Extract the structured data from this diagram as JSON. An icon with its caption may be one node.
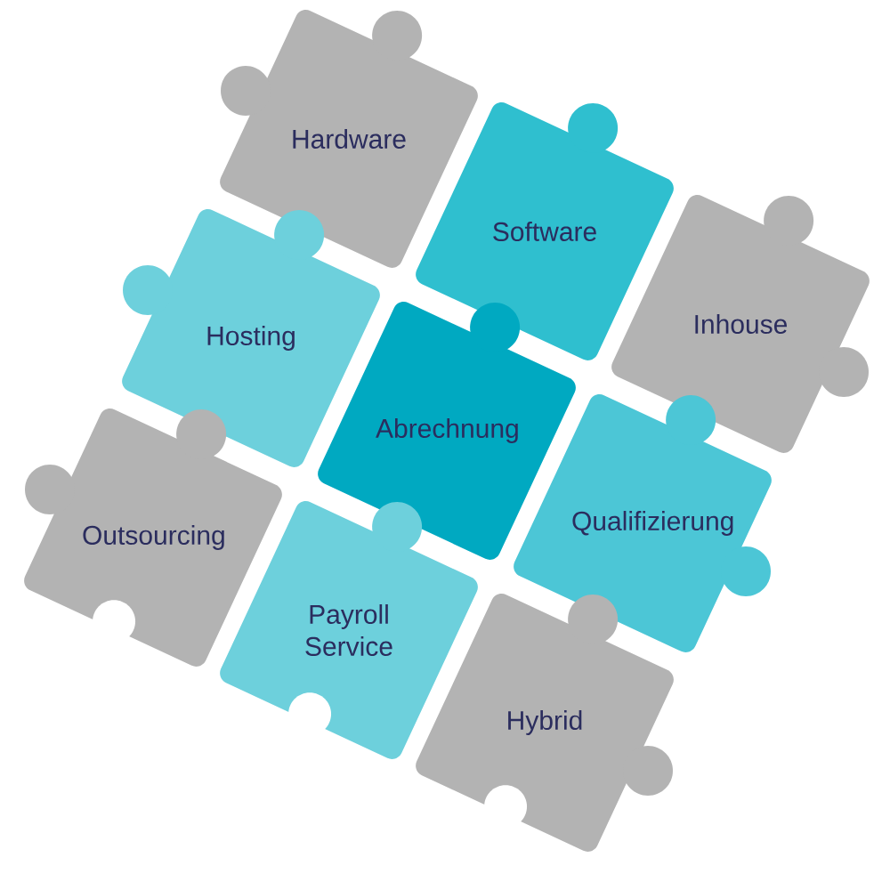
{
  "diagram": {
    "nodes": [
      {
        "text": [
          "Hardware"
        ]
      },
      {
        "text": [
          "Software"
        ]
      },
      {
        "text": [
          "Inhouse"
        ]
      },
      {
        "text": [
          "Hosting"
        ]
      },
      {
        "text": [
          "Abrechnung"
        ]
      },
      {
        "text": [
          "Qualifizierung"
        ]
      },
      {
        "text": [
          "Outsourcing"
        ]
      },
      {
        "text": [
          "Payroll Service"
        ]
      },
      {
        "text": [
          "Hybrid"
        ]
      }
    ]
  }
}
